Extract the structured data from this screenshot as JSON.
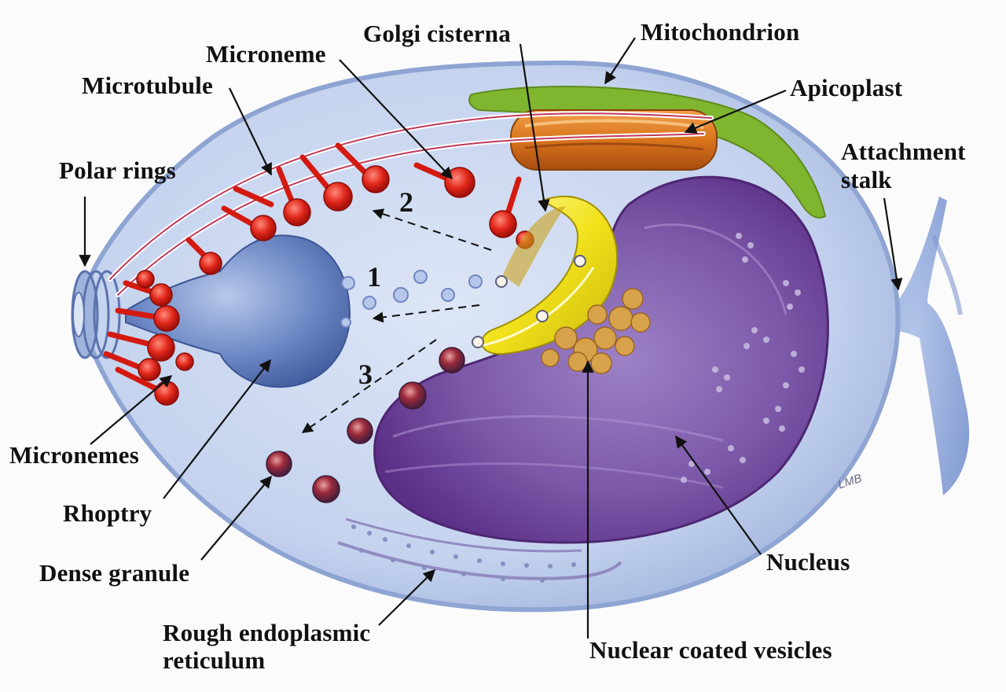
{
  "labels": {
    "golgi_cisterna": "Golgi cisterna",
    "mitochondrion": "Mitochondrion",
    "microneme": "Microneme",
    "microtubule": "Microtubule",
    "apicoplast": "Apicoplast",
    "attachment_stalk_line1": "Attachment",
    "attachment_stalk_line2": "stalk",
    "polar_rings": "Polar rings",
    "micronemes": "Micronemes",
    "rhoptry": "Rhoptry",
    "dense_granule": "Dense granule",
    "rough_er_line1": "Rough endoplasmic",
    "rough_er_line2": "reticulum",
    "nuclear_coated_vesicles": "Nuclear coated vesicles",
    "nucleus": "Nucleus"
  },
  "pathway_numbers": [
    "1",
    "2",
    "3"
  ],
  "signature": "LMB",
  "colors": {
    "cell_body": "#c9d6ef",
    "cell_outline": "#9fb4dc",
    "nucleus": "#7a4c9c",
    "golgi": "#f2e21c",
    "mitochondrion": "#7fb52f",
    "apicoplast": "#d9741c",
    "microneme": "#e0261a",
    "rhoptry": "#5d78b8",
    "text": "#111111"
  }
}
